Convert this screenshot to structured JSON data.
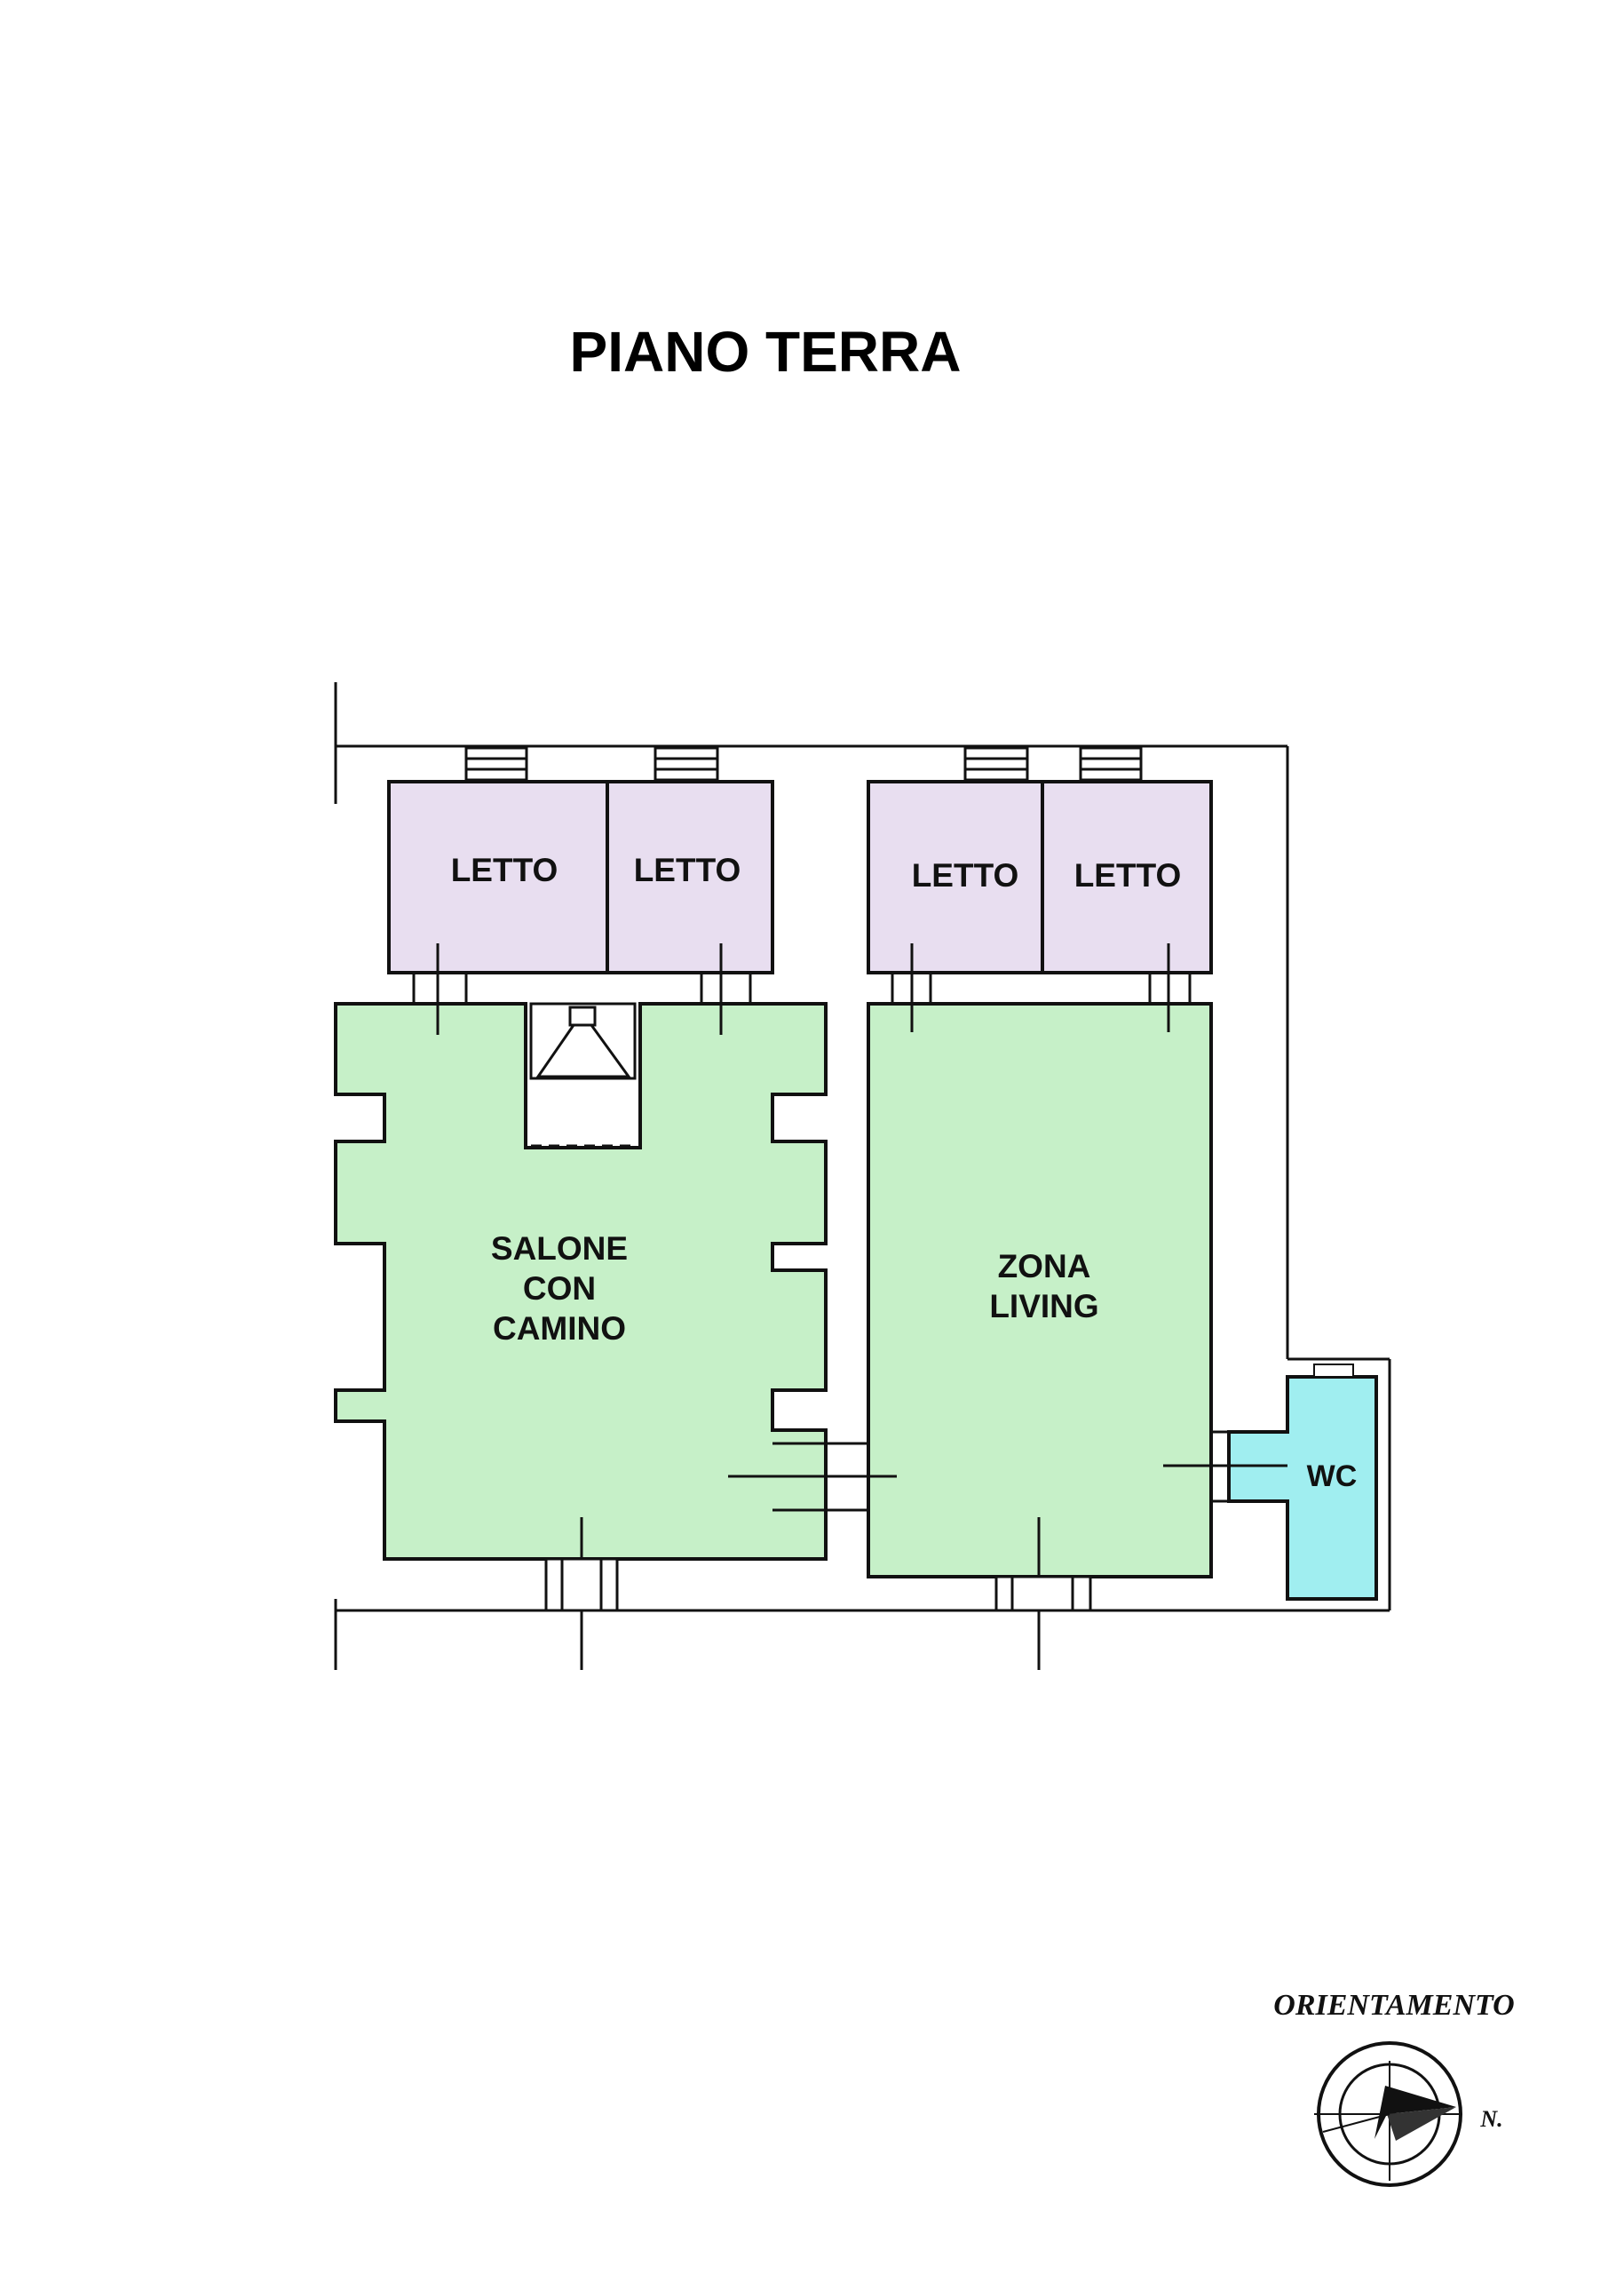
{
  "title": "PIANO TERRA",
  "rooms": {
    "letto_1": "LETTO",
    "letto_2": "LETTO",
    "letto_3": "LETTO",
    "letto_4": "LETTO",
    "salone": [
      "SALONE",
      "CON",
      "CAMINO"
    ],
    "zona_living": [
      "ZONA",
      "LIVING"
    ],
    "wc": "WC"
  },
  "orientation": {
    "label": "ORIENTAMENTO",
    "north_label": "N."
  },
  "colors": {
    "bedroom": "#e8def0",
    "living": "#c6f0c8",
    "bathroom": "#a0eef0",
    "wall": "#111111"
  }
}
